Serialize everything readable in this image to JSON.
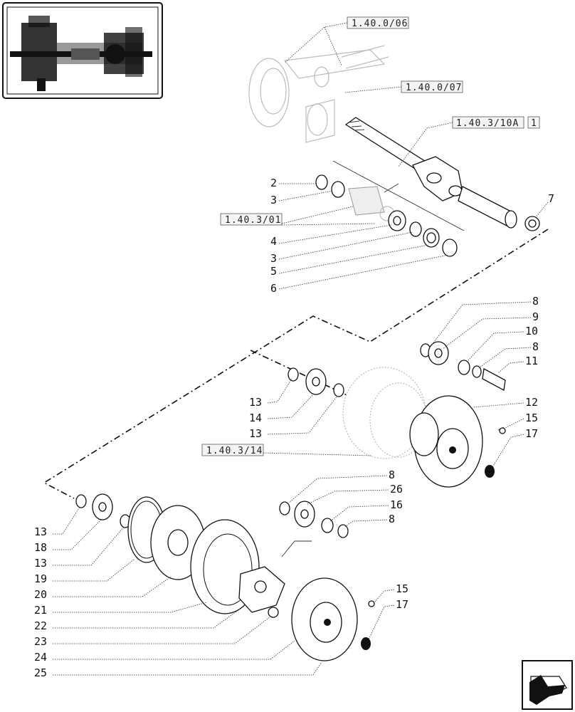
{
  "diagram": {
    "references": {
      "r1": "1.40.0/06",
      "r2": "1.40.0/07",
      "r3": "1.40.3/10A",
      "r3_qty": "1",
      "r4": "1.40.3/01",
      "r5": "1.40.3/14"
    },
    "callouts": {
      "c2": "2",
      "c3a": "3",
      "c4": "4",
      "c3b": "3",
      "c5": "5",
      "c6": "6",
      "c7": "7",
      "c8a": "8",
      "c9": "9",
      "c10": "10",
      "c8b": "8",
      "c11": "11",
      "c12": "12",
      "c15a": "15",
      "c17a": "17",
      "c13a": "13",
      "c14": "14",
      "c13b": "13",
      "c8c": "8",
      "c26": "26",
      "c16": "16",
      "c8d": "8",
      "c13c": "13",
      "c18": "18",
      "c13d": "13",
      "c19": "19",
      "c20": "20",
      "c21": "21",
      "c22": "22",
      "c23": "23",
      "c24": "24",
      "c25": "25",
      "c15b": "15",
      "c17b": "17"
    }
  },
  "icons": {
    "thumbnail": "axle-assembly-thumbnail",
    "navigation": "next-page-arrow-icon"
  }
}
